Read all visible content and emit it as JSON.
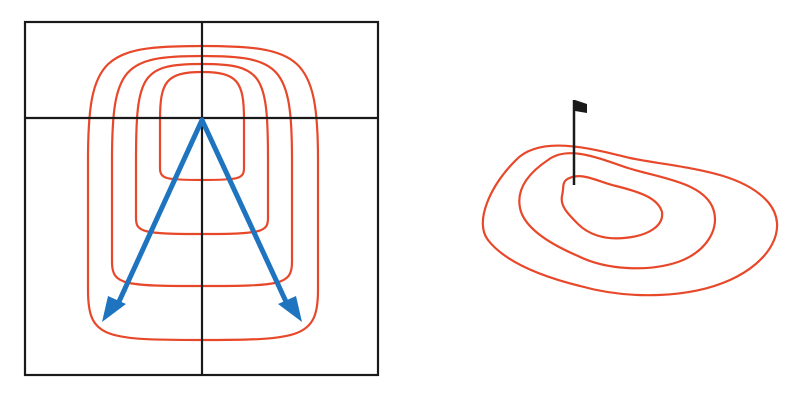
{
  "colors": {
    "background": "#ffffff",
    "contour": "#e8482a",
    "arrow": "#1f74c0",
    "grid": "#1a1a1a",
    "flag": "#1a1a1a"
  },
  "left_diagram": {
    "contour_count": 4,
    "arrow_count": 2,
    "grid": "2x2 cross"
  },
  "right_diagram": {
    "contour_count": 3,
    "marker": "flag-icon"
  }
}
